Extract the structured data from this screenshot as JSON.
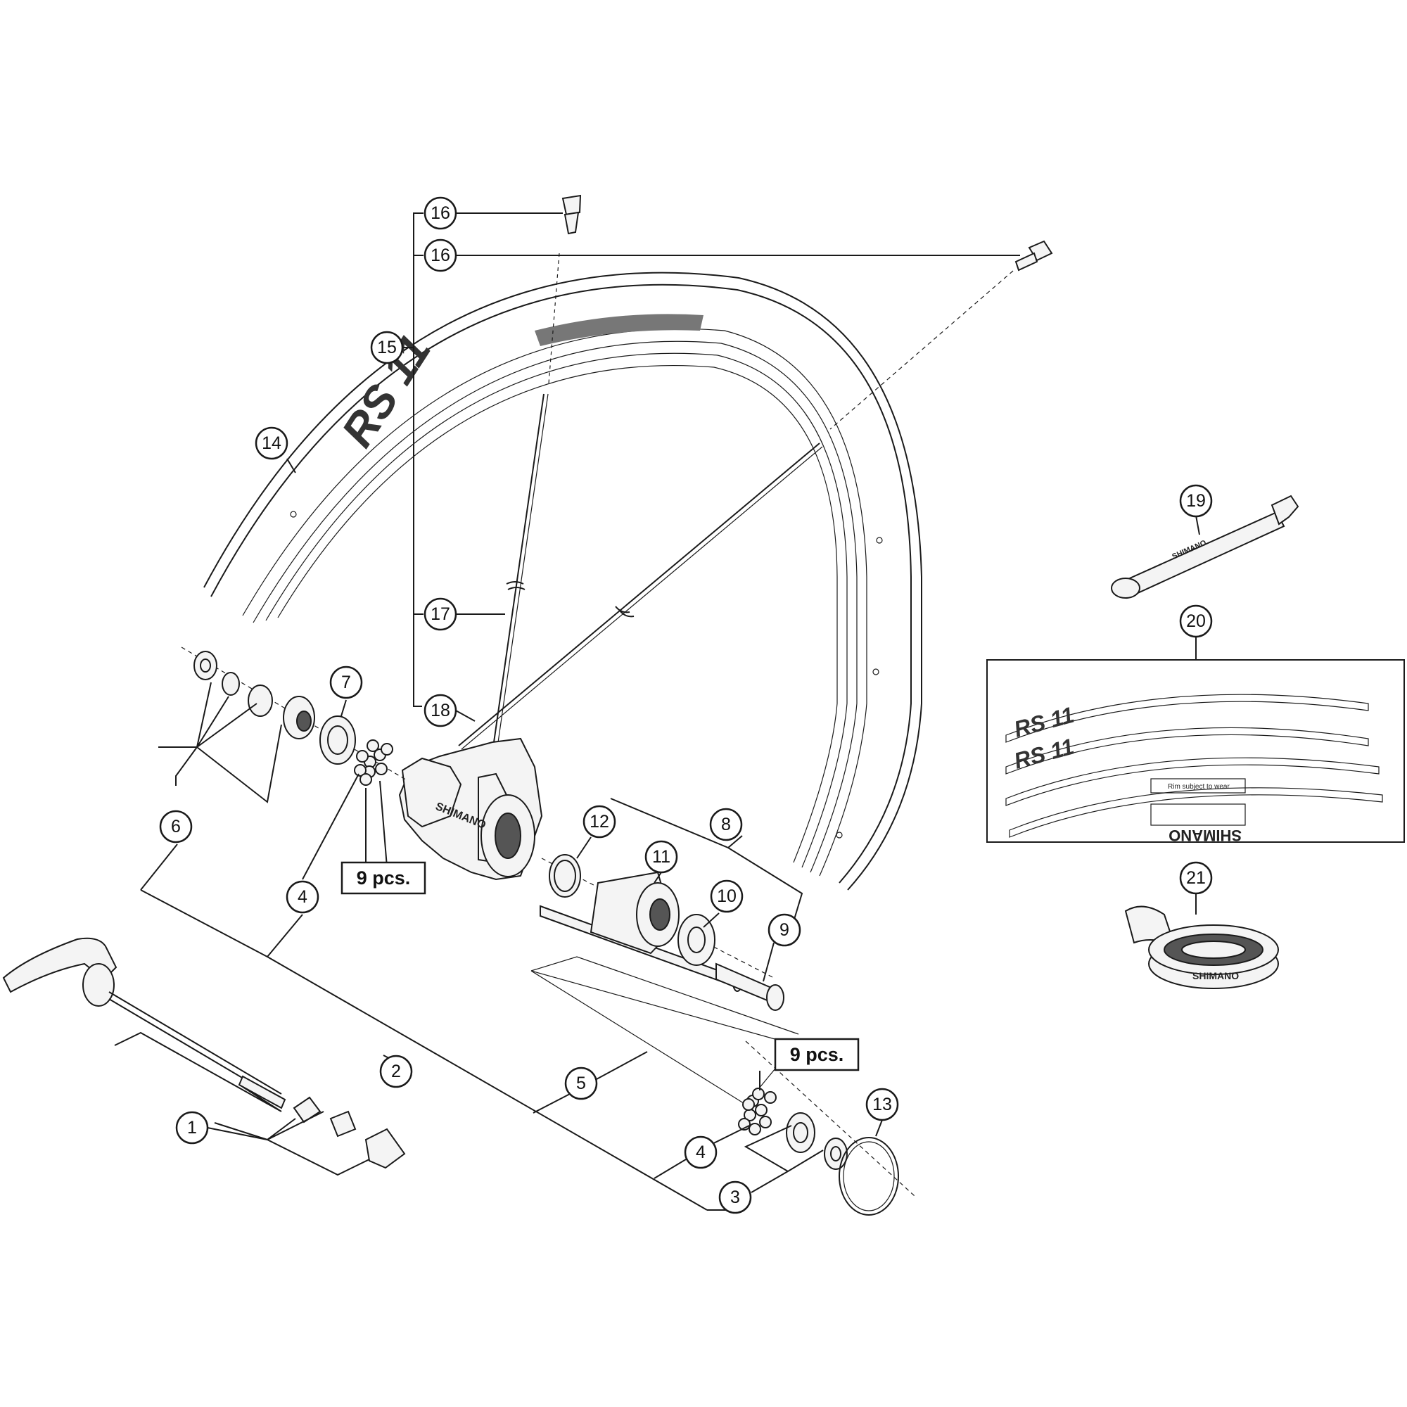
{
  "diagram": {
    "callouts": [
      {
        "id": "c1",
        "label": "1"
      },
      {
        "id": "c2",
        "label": "2"
      },
      {
        "id": "c3",
        "label": "3"
      },
      {
        "id": "c4a",
        "label": "4"
      },
      {
        "id": "c4b",
        "label": "4"
      },
      {
        "id": "c5",
        "label": "5"
      },
      {
        "id": "c6",
        "label": "6"
      },
      {
        "id": "c7",
        "label": "7"
      },
      {
        "id": "c8",
        "label": "8"
      },
      {
        "id": "c9",
        "label": "9"
      },
      {
        "id": "c10",
        "label": "10"
      },
      {
        "id": "c11",
        "label": "11"
      },
      {
        "id": "c12",
        "label": "12"
      },
      {
        "id": "c13",
        "label": "13"
      },
      {
        "id": "c14",
        "label": "14"
      },
      {
        "id": "c15",
        "label": "15"
      },
      {
        "id": "c16a",
        "label": "16"
      },
      {
        "id": "c16b",
        "label": "16"
      },
      {
        "id": "c17",
        "label": "17"
      },
      {
        "id": "c18",
        "label": "18"
      },
      {
        "id": "c19",
        "label": "19"
      },
      {
        "id": "c20",
        "label": "20"
      },
      {
        "id": "c21",
        "label": "21"
      }
    ],
    "quantity_labels": [
      {
        "id": "q1",
        "label": "9 pcs."
      },
      {
        "id": "q2",
        "label": "9 pcs."
      }
    ],
    "brand_text": "SHIMANO",
    "mirrored_brand_text": "SHIMANO",
    "rim_logo_text": "RS 11",
    "decal_logo_text": "RS 11",
    "decal_warning_text": "Rim subject to wear"
  }
}
